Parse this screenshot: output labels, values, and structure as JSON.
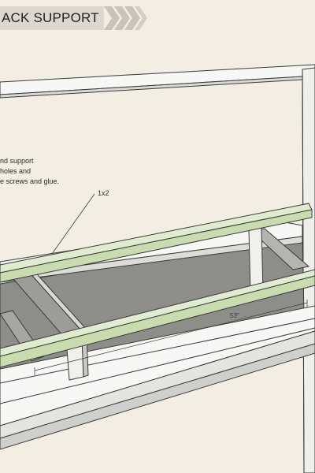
{
  "header": {
    "title": "ACK SUPPORT"
  },
  "instructions": {
    "lines": [
      "nd support",
      "holes and",
      "e screws and glue."
    ]
  },
  "callouts": {
    "board_label": "1x2",
    "dimension_label": "53\""
  },
  "colors": {
    "background": "#f3eee4",
    "banner": "#ddd8cf",
    "chevron": "#c9c4bb",
    "board_fill": "#c8dcb0",
    "board_top": "#e0ecd0",
    "frame_fill": "#f7f7f5",
    "floor_fill": "#8d8d8a",
    "outline": "#3a3a3a"
  }
}
